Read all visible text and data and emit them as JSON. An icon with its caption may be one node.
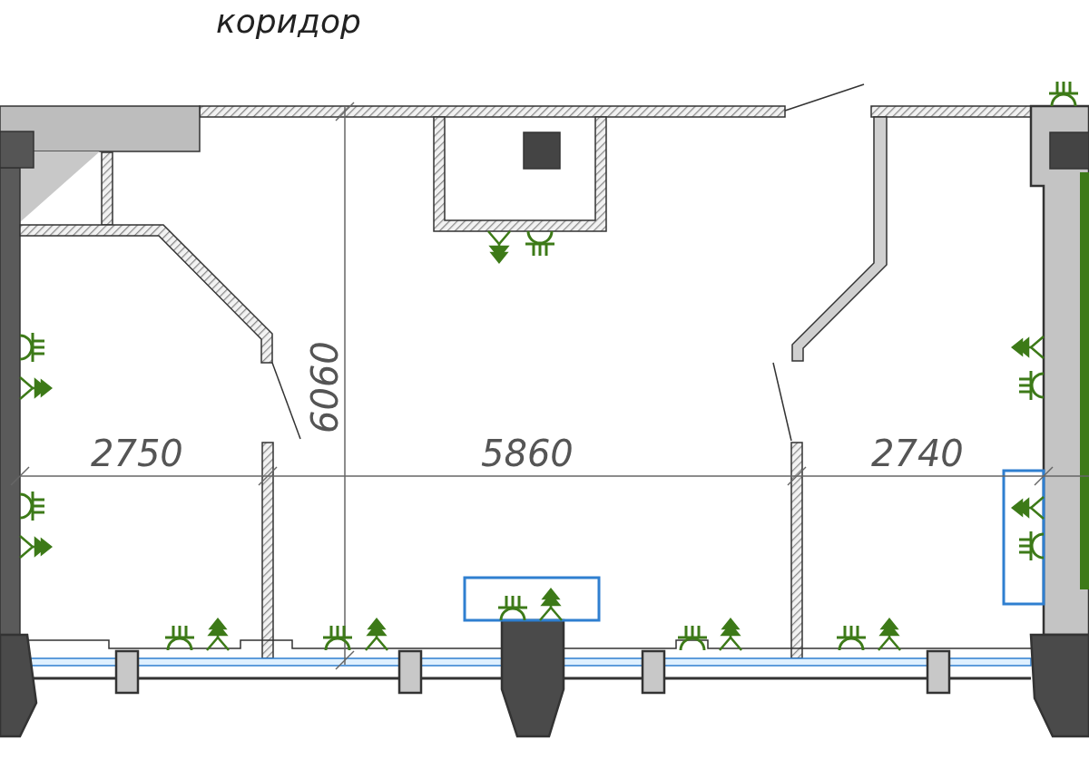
{
  "diagram": {
    "labels": [
      "коридор",
      "6060",
      "2750",
      "5860",
      "2740"
    ]
  }
}
